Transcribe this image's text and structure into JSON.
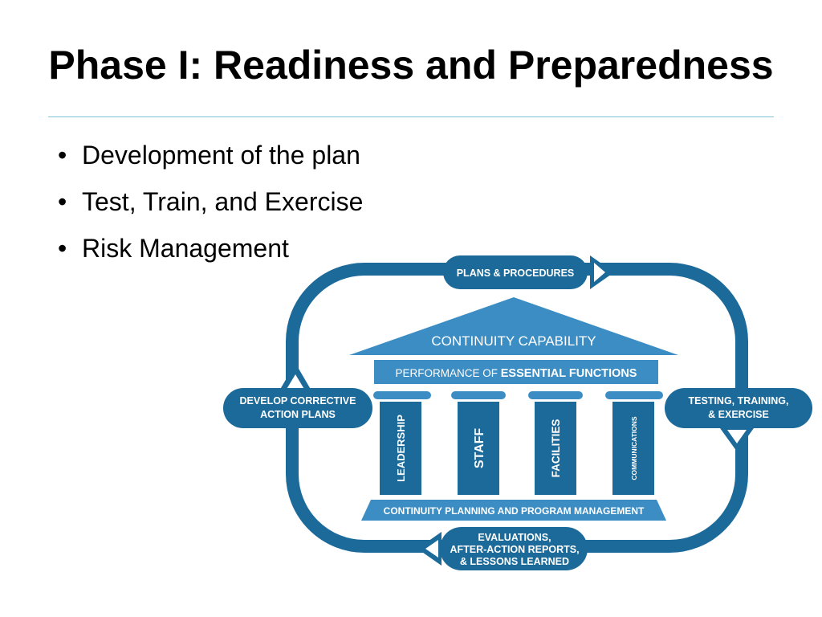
{
  "slide": {
    "title": "Phase I: Readiness and Preparedness",
    "bullets": [
      "Development of the plan",
      "Test, Train, and Exercise",
      "Risk Management"
    ]
  },
  "diagram": {
    "roof_label": "CONTINUITY CAPABILITY",
    "beam_prefix": "PERFORMANCE OF ",
    "beam_bold": "ESSENTIAL FUNCTIONS",
    "pillars": [
      "LEADERSHIP",
      "STAFF",
      "FACILITIES",
      "COMMUNICATIONS"
    ],
    "base_label": "CONTINUITY PLANNING AND PROGRAM MANAGEMENT",
    "cycle": {
      "top": "PLANS & PROCEDURES",
      "right": [
        "TESTING, TRAINING,",
        "& EXERCISE"
      ],
      "bottom": [
        "EVALUATIONS,",
        "AFTER-ACTION REPORTS,",
        "& LESSONS LEARNED"
      ],
      "left": [
        "DEVELOP CORRECTIVE",
        "ACTION PLANS"
      ]
    },
    "colors": {
      "dark_blue": "#1c6a9a",
      "medium_blue": "#3b8dc4",
      "text_white": "#ffffff"
    }
  }
}
